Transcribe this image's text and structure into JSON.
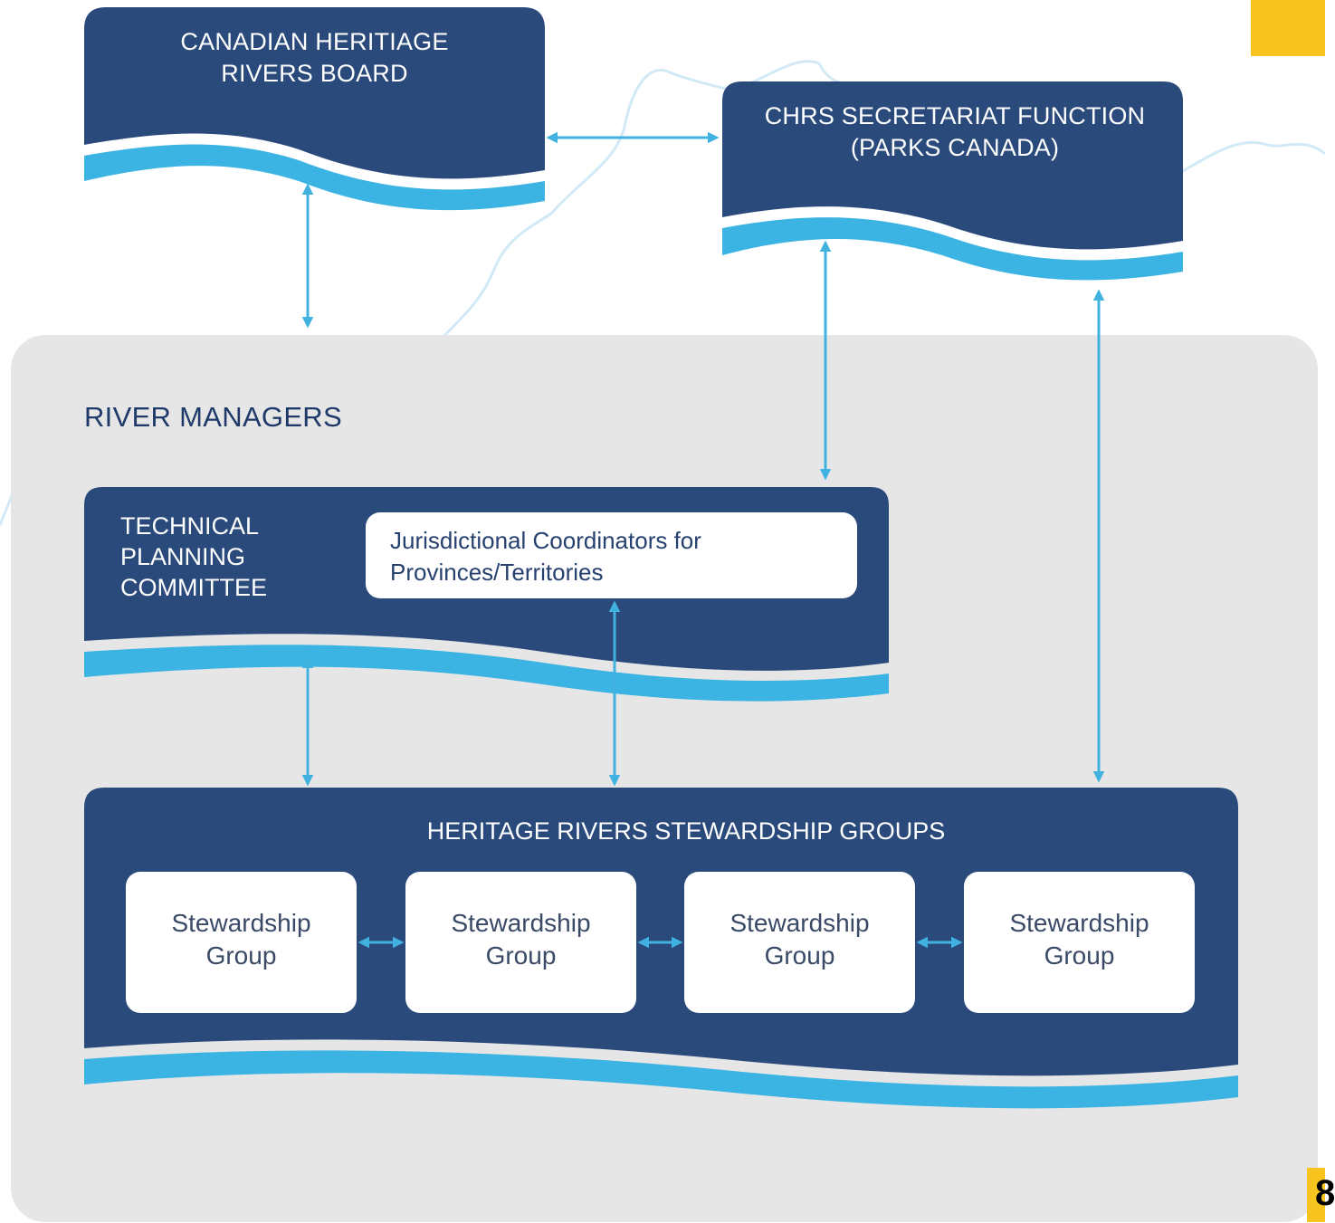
{
  "diagram": {
    "board": {
      "title_lines": [
        "CANADIAN HERITIAGE",
        "RIVERS BOARD"
      ]
    },
    "secretariat": {
      "title_lines": [
        "CHRS SECRETARIAT FUNCTION",
        "(PARKS CANADA)"
      ]
    },
    "river_managers": {
      "label": "RIVER MANAGERS"
    },
    "technical_committee": {
      "title_lines": [
        "TECHNICAL",
        "PLANNING",
        "COMMITTEE"
      ],
      "coordinators_lines": [
        "Jurisdictional Coordinators for",
        "Provinces/Territories"
      ]
    },
    "stewardship": {
      "title": "HERITAGE RIVERS STEWARDSHIP GROUPS",
      "groups": [
        {
          "lines": [
            "Stewardship",
            "Group"
          ]
        },
        {
          "lines": [
            "Stewardship",
            "Group"
          ]
        },
        {
          "lines": [
            "Stewardship",
            "Group"
          ]
        },
        {
          "lines": [
            "Stewardship",
            "Group"
          ]
        }
      ]
    },
    "colors": {
      "navy": "#2a4a7b",
      "wave_blue": "#3bb3e3",
      "arrow_blue": "#41b2e0",
      "panel_gray": "#e6e6e6",
      "map_line": "#cfe8f6",
      "accent_yellow": "#f7c31e"
    }
  },
  "page": {
    "number": "8"
  }
}
